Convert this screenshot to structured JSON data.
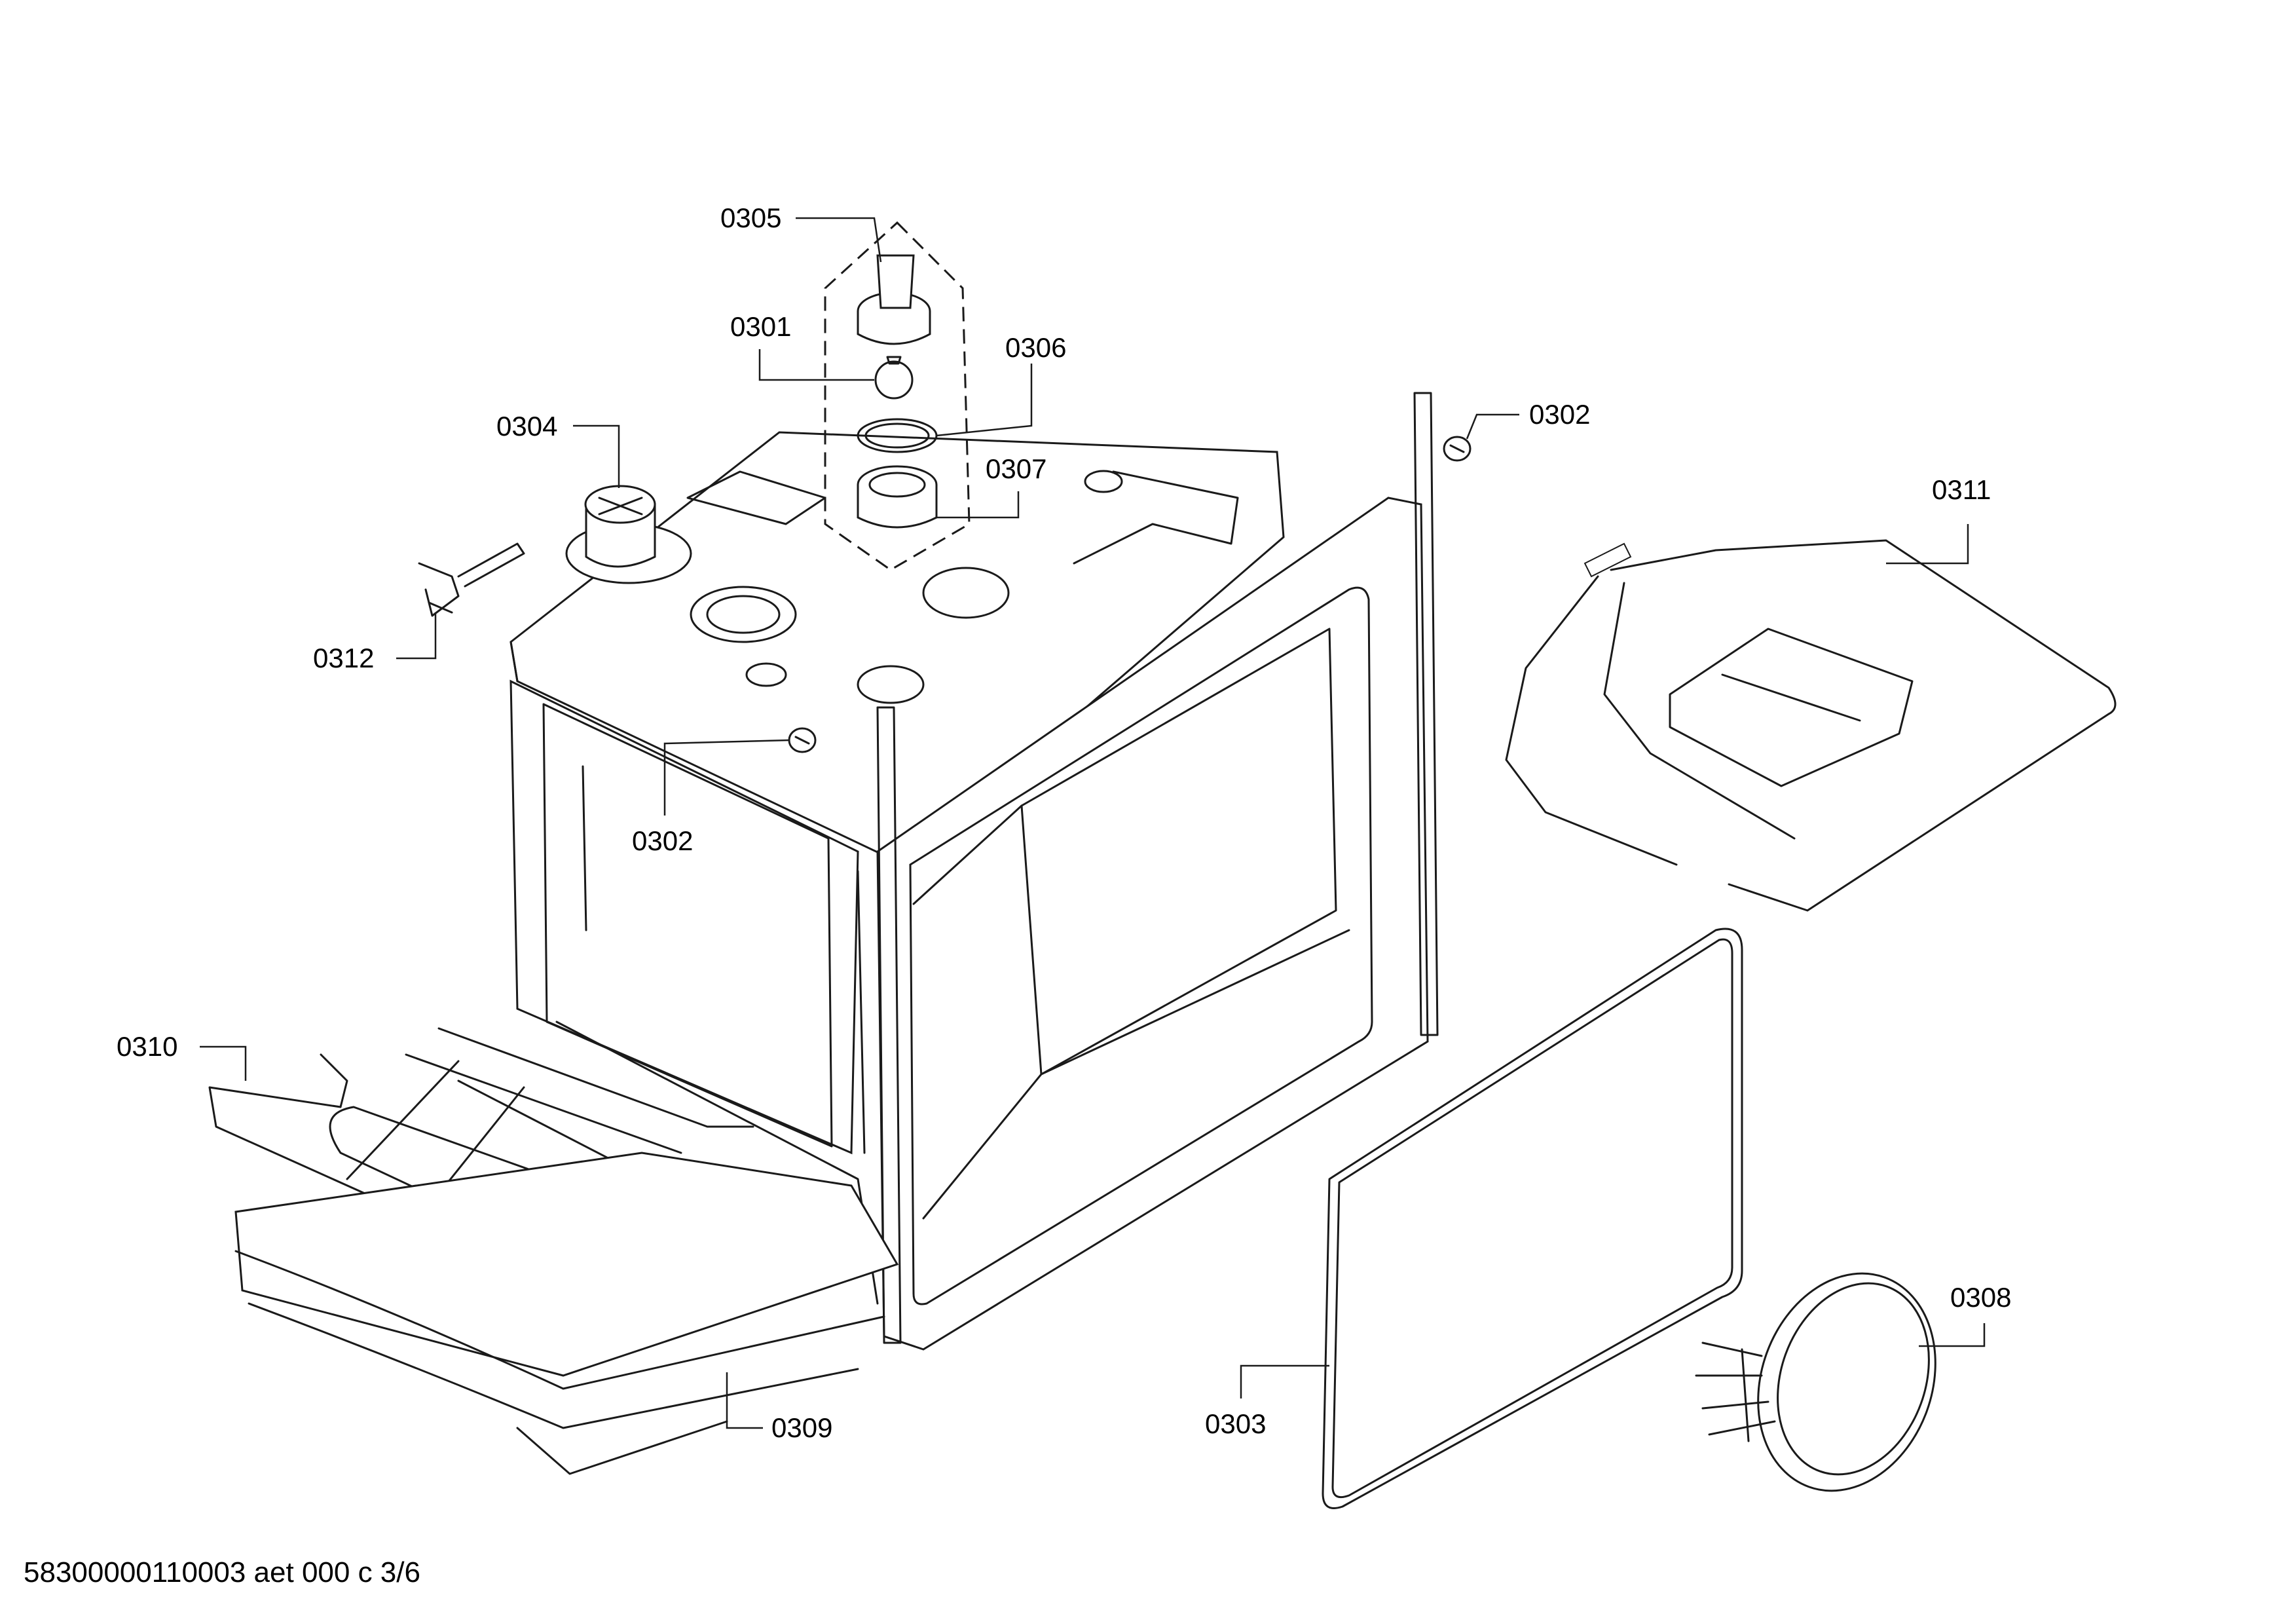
{
  "callouts": {
    "c0305": "0305",
    "c0301": "0301",
    "c0306": "0306",
    "c0304": "0304",
    "c0302a": "0302",
    "c0307": "0307",
    "c0311": "0311",
    "c0312": "0312",
    "c0302b": "0302",
    "c0310": "0310",
    "c0308": "0308",
    "c0309": "0309",
    "c0303": "0303"
  },
  "footer": {
    "doc_id": "58300000110003 aet 000 c 3/6"
  }
}
